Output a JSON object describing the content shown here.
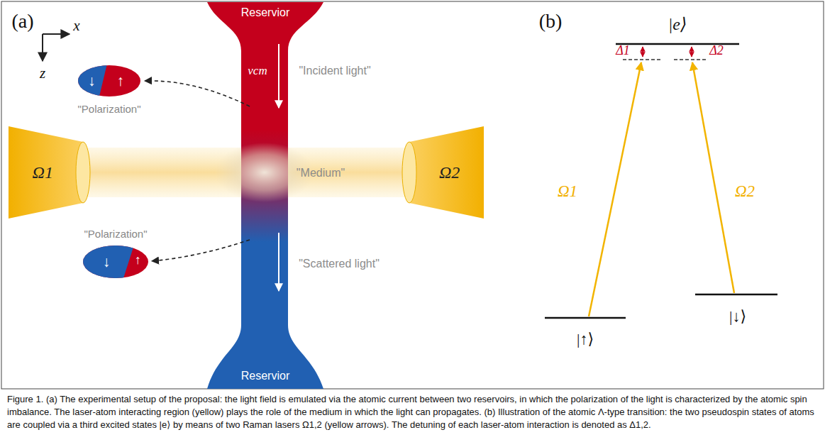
{
  "diagram": {
    "caption": "Figure 1. (a) The experimental setup of the proposal: the light field is emulated via the atomic current between two reservoirs, in which the polarization of the light is characterized by the atomic spin imbalance. The laser-atom interacting region (yellow) plays the role of the medium in which the light can propagates. (b) Illustration of the atomic Λ-type transition: the two pseudospin states of atoms are coupled via a third excited states |e⟩ by means of two Raman lasers Ω1,2 (yellow arrows). The detuning of each laser-atom interaction is denoted as Δ1,2.",
    "nodes": [
      {
        "text": [
          "Reservior"
        ]
      },
      {
        "text": [
          "↓",
          "↑",
          "\"Polarization\""
        ]
      },
      {
        "text": [
          "Ω1"
        ]
      },
      {
        "text": [
          "Ω2"
        ]
      },
      {
        "text": [
          "\"Polarization\"",
          "↓",
          "↑"
        ]
      },
      {
        "text": [
          "Reservior"
        ]
      }
    ],
    "labels": [
      "(a)",
      "x",
      "z",
      "vcm",
      "\"Incident light\"",
      "\"Medium\"",
      "\"Scattered light\"",
      "(b)",
      "|e⟩",
      "Δ1",
      "Δ2",
      "Ω1",
      "Ω2",
      "|↑⟩",
      "|↓⟩"
    ]
  }
}
